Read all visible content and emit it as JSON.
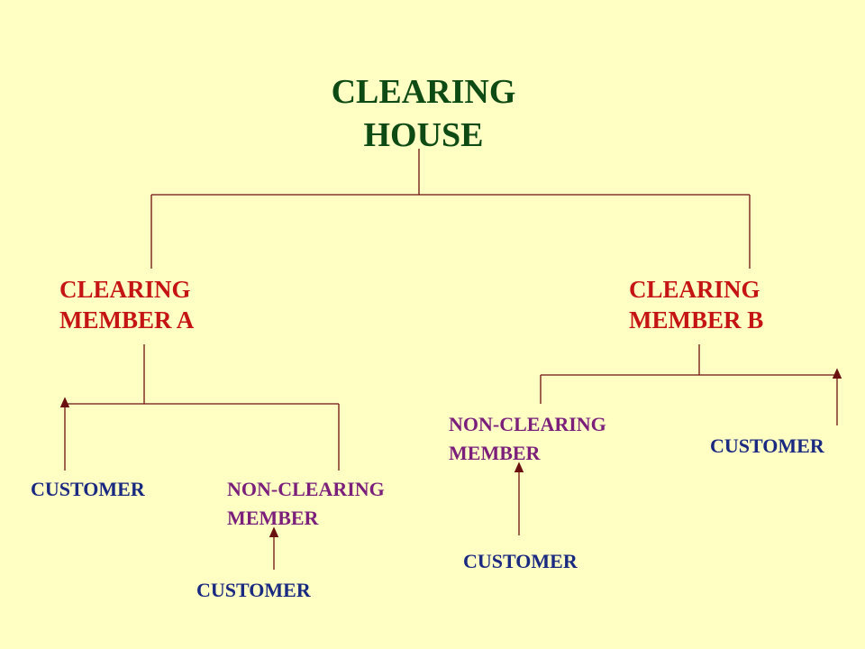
{
  "diagram": {
    "root": {
      "line1": "CLEARING",
      "line2": "HOUSE"
    },
    "member_a": {
      "line1": "CLEARING",
      "line2": "MEMBER A"
    },
    "member_b": {
      "line1": "CLEARING",
      "line2": "MEMBER B"
    },
    "ncm_a": {
      "line1": "NON-CLEARING",
      "line2": "MEMBER"
    },
    "ncm_b": {
      "line1": "NON-CLEARING",
      "line2": "MEMBER"
    },
    "customer_label": "CUSTOMER"
  },
  "colors": {
    "background": "#ffffc4",
    "root_text": "#0e4a14",
    "member_text": "#c51414",
    "non_clearing_text": "#7b1f7b",
    "customer_text": "#1a2a80",
    "connector": "#6b1010"
  }
}
